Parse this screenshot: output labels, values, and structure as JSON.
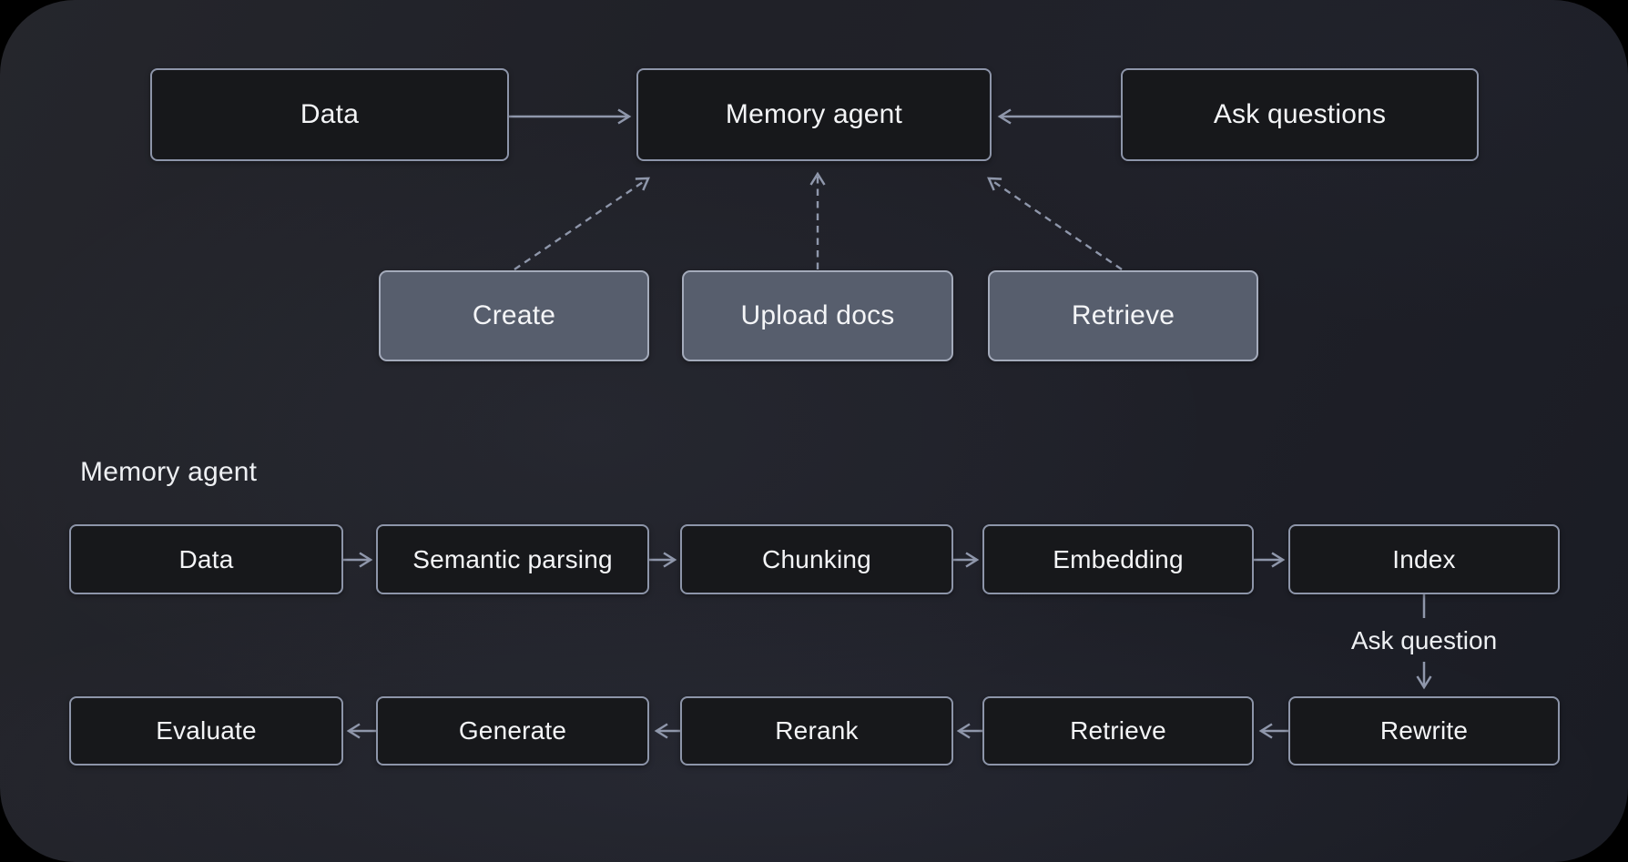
{
  "diagram": {
    "top_flow": {
      "data_label": "Data",
      "memory_agent_label": "Memory agent",
      "ask_questions_label": "Ask questions",
      "actions": {
        "create_label": "Create",
        "upload_docs_label": "Upload docs",
        "retrieve_label": "Retrieve"
      }
    },
    "pipeline": {
      "section_title": "Memory agent",
      "ingest_steps": [
        "Data",
        "Semantic parsing",
        "Chunking",
        "Embedding",
        "Index"
      ],
      "ask_question_label": "Ask question",
      "answer_steps": [
        "Evaluate",
        "Generate",
        "Rerank",
        "Retrieve",
        "Rewrite"
      ]
    },
    "colors": {
      "page_background": "#000000",
      "panel_background": "#1f2128",
      "node_dark_fill": "#17181b",
      "node_dark_border": "#8d95a9",
      "node_gray_fill": "#575e6d",
      "node_gray_border": "#a4abbb",
      "arrow": "#8f97ab",
      "text": "#f4f5f7"
    }
  }
}
